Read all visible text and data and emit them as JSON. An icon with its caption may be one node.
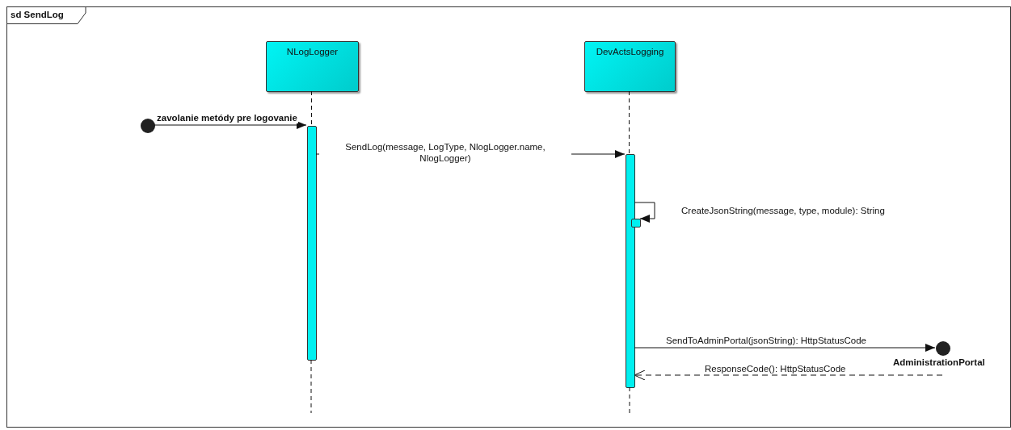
{
  "diagram": {
    "nodes": [
      {
        "text": [
          "sd SendLog"
        ]
      },
      {
        "text": [
          "NLogLogger"
        ],
        "in": 0
      },
      {
        "text": [
          "DevActsLogging"
        ],
        "in": 0
      },
      {
        "text": [],
        "shape": "bar",
        "in": 0
      },
      {
        "text": [],
        "shape": "bar",
        "in": 0
      },
      {
        "text": [],
        "shape": "box",
        "in": 0
      },
      {
        "text": [],
        "shape": "circle",
        "in": 0
      },
      {
        "text": [
          "AdministrationPortal"
        ],
        "in": 0
      }
    ],
    "edges": [
      {
        "from": 6,
        "to": 3,
        "arrow": "to",
        "label": "zavolanie metódy pre logovanie"
      },
      {
        "from": 3,
        "to": 4,
        "arrow": "to",
        "label": "SendLog(message, LogType, NlogLogger.name, NlogLogger)"
      },
      {
        "from": 4,
        "to": 5,
        "arrow": "to",
        "label": "CreateJsonString(message, type, module): String"
      },
      {
        "from": 4,
        "to": 7,
        "arrow": "to",
        "label": "SendToAdminPortal(jsonString): HttpStatusCode"
      },
      {
        "from": 7,
        "to": 4,
        "arrow": "to",
        "style": "dashed",
        "label": "ResponseCode(): HttpStatusCode"
      },
      {
        "from": 1,
        "to": 3,
        "arrow": "none",
        "style": "dashed"
      },
      {
        "from": 2,
        "to": 4,
        "arrow": "none",
        "style": "dashed"
      }
    ]
  }
}
